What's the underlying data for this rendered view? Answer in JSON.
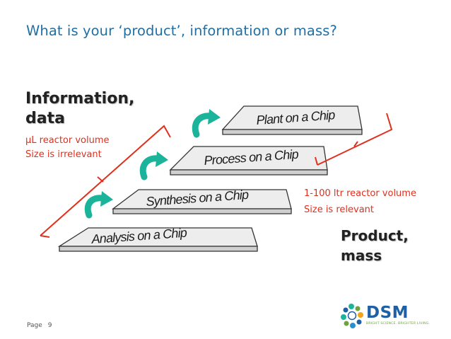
{
  "title": "What is your ‘product’, information or mass?",
  "information": {
    "heading_line1": "Information,",
    "heading_line2": "data",
    "line1": "µL reactor volume",
    "line2": "Size is irrelevant"
  },
  "product": {
    "line1": "1-100 ltr  reactor volume",
    "line2": "Size is relevant",
    "heading_line1": "Product,",
    "heading_line2": "mass"
  },
  "steps": [
    {
      "label": "Analysis on a Chip"
    },
    {
      "label": "Synthesis on a Chip"
    },
    {
      "label": "Process on a Chip"
    },
    {
      "label": "Plant on a Chip"
    }
  ],
  "footer": {
    "page_label": "Page",
    "page_number": "9"
  },
  "logo": {
    "name": "DSM",
    "tagline": "BRIGHT SCIENCE. BRIGHTER LIVING."
  },
  "colors": {
    "title": "#1f6fa6",
    "accent_red": "#e0301e",
    "arrow_teal": "#1bb49a",
    "logo_blue": "#1f5fa3",
    "logo_green": "#6ea23b"
  },
  "icons": [
    "curved-arrow-icon",
    "bracket-icon",
    "dsm-logo-icon"
  ]
}
